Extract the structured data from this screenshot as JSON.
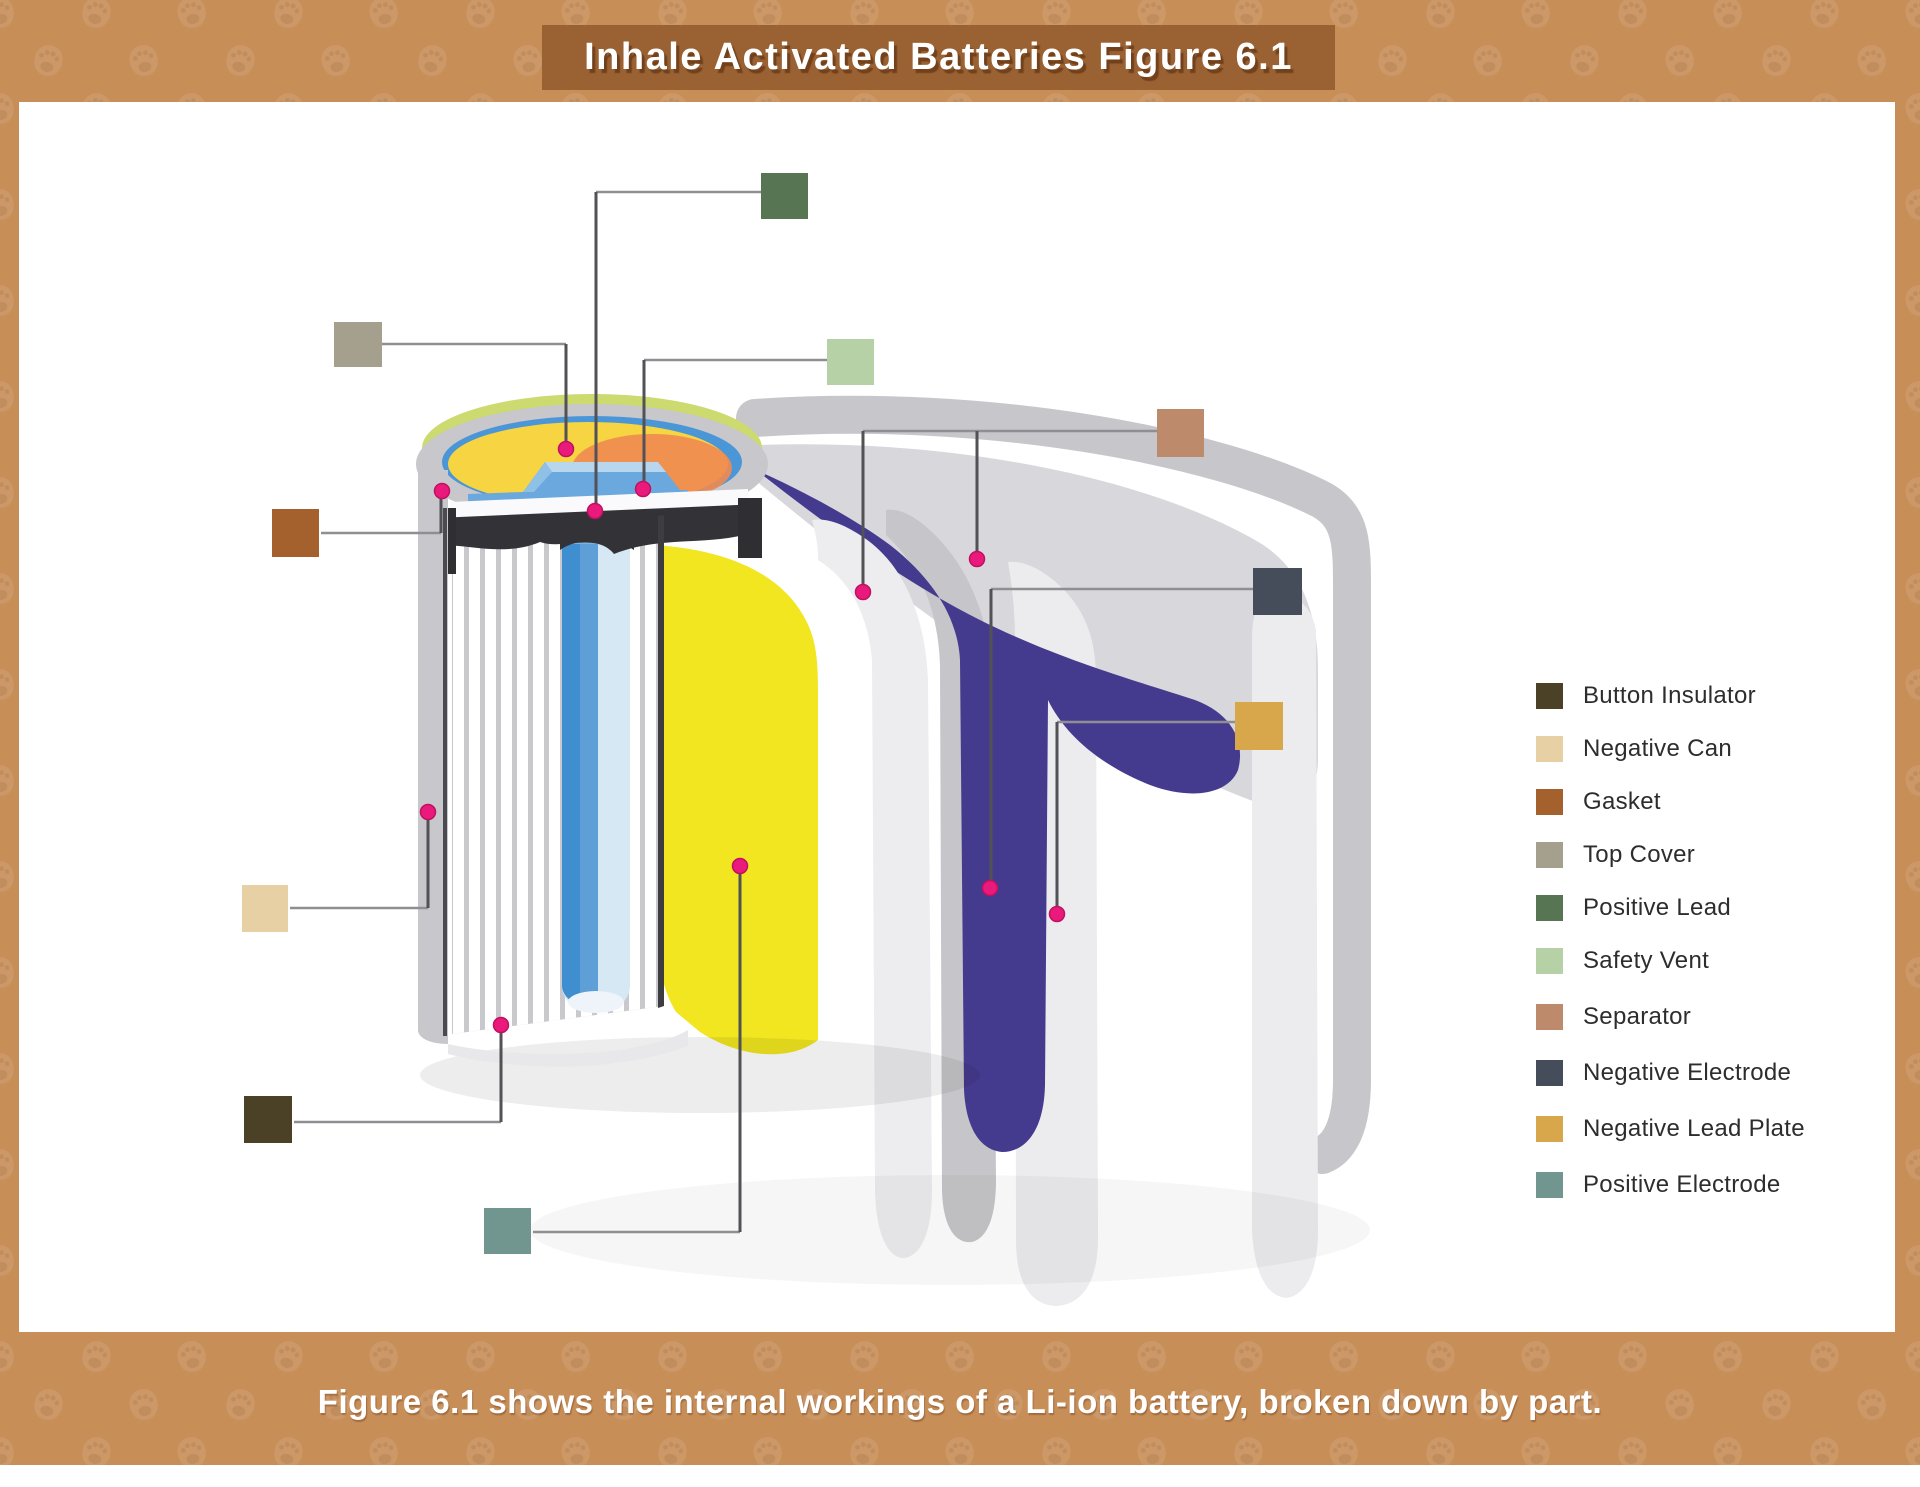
{
  "banner": {
    "title": "Inhale Activated Batteries Figure 6.1",
    "bg_color": "#9a6132",
    "text_color": "#ffffff"
  },
  "caption": {
    "text": "Figure 6.1 shows the internal workings of a Li-ion battery, broken down by part.",
    "text_color": "#ffffff"
  },
  "page": {
    "border_color": "#c78e58",
    "panel_color": "#ffffff",
    "pattern_blob_color": "rgba(255,255,255,0.09)",
    "pattern_pad_color": "rgba(140,85,40,0.16)"
  },
  "legend": {
    "items": [
      {
        "part": "button-insulator",
        "label": "Button Insulator",
        "color": "#4a4127"
      },
      {
        "part": "negative-can",
        "label": "Negative Can",
        "color": "#e7d1a4"
      },
      {
        "part": "gasket",
        "label": "Gasket",
        "color": "#a5612d"
      },
      {
        "part": "top-cover",
        "label": "Top Cover",
        "color": "#a59f8e"
      },
      {
        "part": "positive-lead",
        "label": "Positive Lead",
        "color": "#577553"
      },
      {
        "part": "safety-vent",
        "label": "Safety Vent",
        "color": "#b6d1a5"
      },
      {
        "part": "separator",
        "label": "Separator",
        "color": "#bd8b6b"
      },
      {
        "part": "negative-electrode",
        "label": "Negative Electrode",
        "color": "#454d5a"
      },
      {
        "part": "negative-lead-plate",
        "label": "Negative Lead Plate",
        "color": "#d8a74b"
      },
      {
        "part": "positive-electrode",
        "label": "Positive Electrode",
        "color": "#70968f"
      }
    ]
  },
  "callouts": [
    {
      "part": "top-cover",
      "color": "#a59f8e",
      "square": [
        334,
        322,
        48,
        45
      ],
      "h_line": [
        382,
        344,
        566
      ],
      "v_lines": [
        [
          566,
          344,
          449
        ]
      ],
      "dots": [
        [
          566,
          449
        ]
      ]
    },
    {
      "part": "positive-lead",
      "color": "#577553",
      "square": [
        761,
        173,
        47,
        46
      ],
      "h_line": [
        596,
        192,
        761
      ],
      "v_lines": [
        [
          596,
          192,
          511
        ]
      ],
      "dots": [
        [
          595,
          511
        ]
      ]
    },
    {
      "part": "safety-vent",
      "color": "#b6d1a5",
      "square": [
        827,
        339,
        47,
        46
      ],
      "h_line": [
        644,
        360,
        827
      ],
      "v_lines": [
        [
          644,
          360,
          489
        ]
      ],
      "dots": [
        [
          643,
          489
        ]
      ]
    },
    {
      "part": "gasket",
      "color": "#a5612d",
      "square": [
        272,
        509,
        47,
        48
      ],
      "h_line": [
        321,
        533,
        441
      ],
      "v_lines": [
        [
          441,
          533,
          491
        ]
      ],
      "dots": [
        [
          442,
          491
        ]
      ]
    },
    {
      "part": "negative-can",
      "color": "#e7d1a4",
      "square": [
        242,
        885,
        46,
        47
      ],
      "h_line": [
        290,
        908,
        428
      ],
      "v_lines": [
        [
          428,
          908,
          812
        ]
      ],
      "dots": [
        [
          428,
          812
        ]
      ]
    },
    {
      "part": "button-insulator",
      "color": "#4a4127",
      "square": [
        244,
        1096,
        48,
        47
      ],
      "h_line": [
        294,
        1122,
        501
      ],
      "v_lines": [
        [
          501,
          1122,
          1025
        ]
      ],
      "dots": [
        [
          501,
          1025
        ]
      ]
    },
    {
      "part": "positive-electrode",
      "color": "#70968f",
      "square": [
        484,
        1208,
        47,
        46
      ],
      "h_line": [
        533,
        1232,
        740
      ],
      "v_lines": [
        [
          740,
          1232,
          866
        ]
      ],
      "dots": [
        [
          740,
          866
        ]
      ]
    },
    {
      "part": "separator",
      "color": "#bd8b6b",
      "square": [
        1157,
        409,
        47,
        48
      ],
      "h_line": [
        863,
        431,
        1157
      ],
      "v_lines": [
        [
          863,
          431,
          592
        ],
        [
          977,
          431,
          559
        ]
      ],
      "dots": [
        [
          863,
          592
        ],
        [
          977,
          559
        ]
      ]
    },
    {
      "part": "negative-electrode",
      "color": "#454d5a",
      "square": [
        1253,
        568,
        49,
        47
      ],
      "h_line": [
        991,
        589,
        1253
      ],
      "v_lines": [
        [
          991,
          589,
          888
        ]
      ],
      "dots": [
        [
          990,
          888
        ]
      ]
    },
    {
      "part": "negative-lead-plate",
      "color": "#d8a74b",
      "square": [
        1235,
        702,
        48,
        48
      ],
      "h_line": [
        1057,
        722,
        1235
      ],
      "v_lines": [
        [
          1057,
          722,
          914
        ]
      ],
      "dots": [
        [
          1057,
          914
        ]
      ]
    }
  ],
  "illustration": {
    "dot_color": "#e91a7b",
    "dot_ring_color": "#c01060",
    "h_line_color": "#8f8f93",
    "v_line_color": "#515156",
    "can_gray": "#c8c7cb",
    "vent_ring_green": "#ccda6f",
    "disc_yellow": "#f6d442",
    "disc_orange": "#ef8a52",
    "inner_ring_blue": "#4b96d6",
    "vent_piece_blue": "#6ba8dd",
    "plate_white": "#fafafc",
    "gasket_dark": "#323237",
    "rod_blue": "#3e8ed0",
    "sheet_yellow": "#f1e620",
    "sheet_purple": "#453b8e",
    "sheet_gray": "#c6c5c9",
    "sheet_white": "#ededf0",
    "outer_band_gray": "#c7c6ca",
    "zone_gray": "#d8d7db"
  }
}
